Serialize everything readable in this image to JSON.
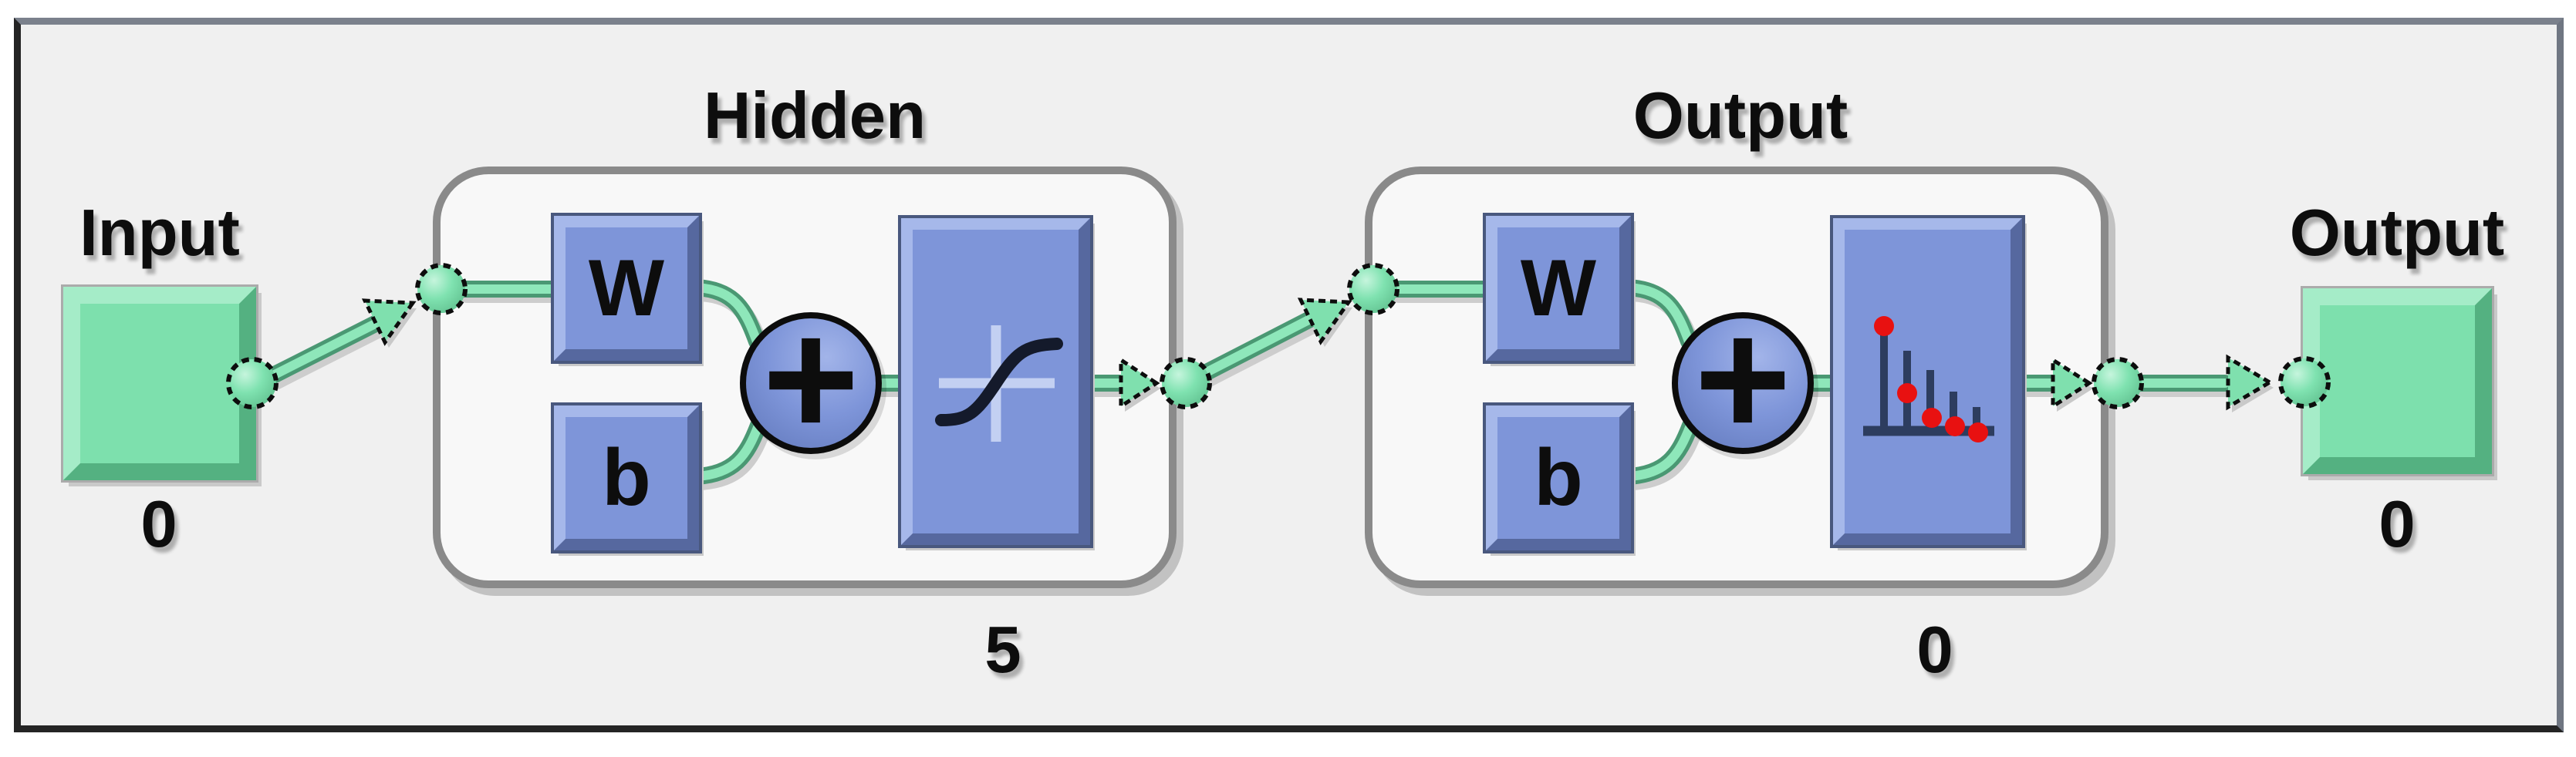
{
  "diagram": {
    "type": "neural-network-architecture-view",
    "input": {
      "label": "Input",
      "size": "0"
    },
    "layers": [
      {
        "title": "Hidden",
        "weight_label": "W",
        "bias_label": "b",
        "sum_label": "+",
        "transfer_icon": "tansig-sigmoid-curve-icon",
        "size": "5"
      },
      {
        "title": "Output",
        "weight_label": "W",
        "bias_label": "b",
        "sum_label": "+",
        "transfer_icon": "stem-plot-icon",
        "size": "0"
      }
    ],
    "output": {
      "label": "Output",
      "size": "0"
    }
  },
  "colors": {
    "canvas_bg": "#f0f0f0",
    "ink": "#0d0d0d",
    "green_main": "#7de0ad",
    "green_light": "#a5ecc8",
    "green_dark": "#54b181",
    "wire_green": "#8ee7ba",
    "wire_dark": "#4a9873",
    "blue_main": "#7e95d9",
    "blue_light": "#a6b8ea",
    "blue_dark": "#56689f",
    "navy_ink": "#2d3d5f",
    "red_dot": "#e81111",
    "box_fill": "#f8f8f8",
    "box_border": "#8a8a8a"
  }
}
